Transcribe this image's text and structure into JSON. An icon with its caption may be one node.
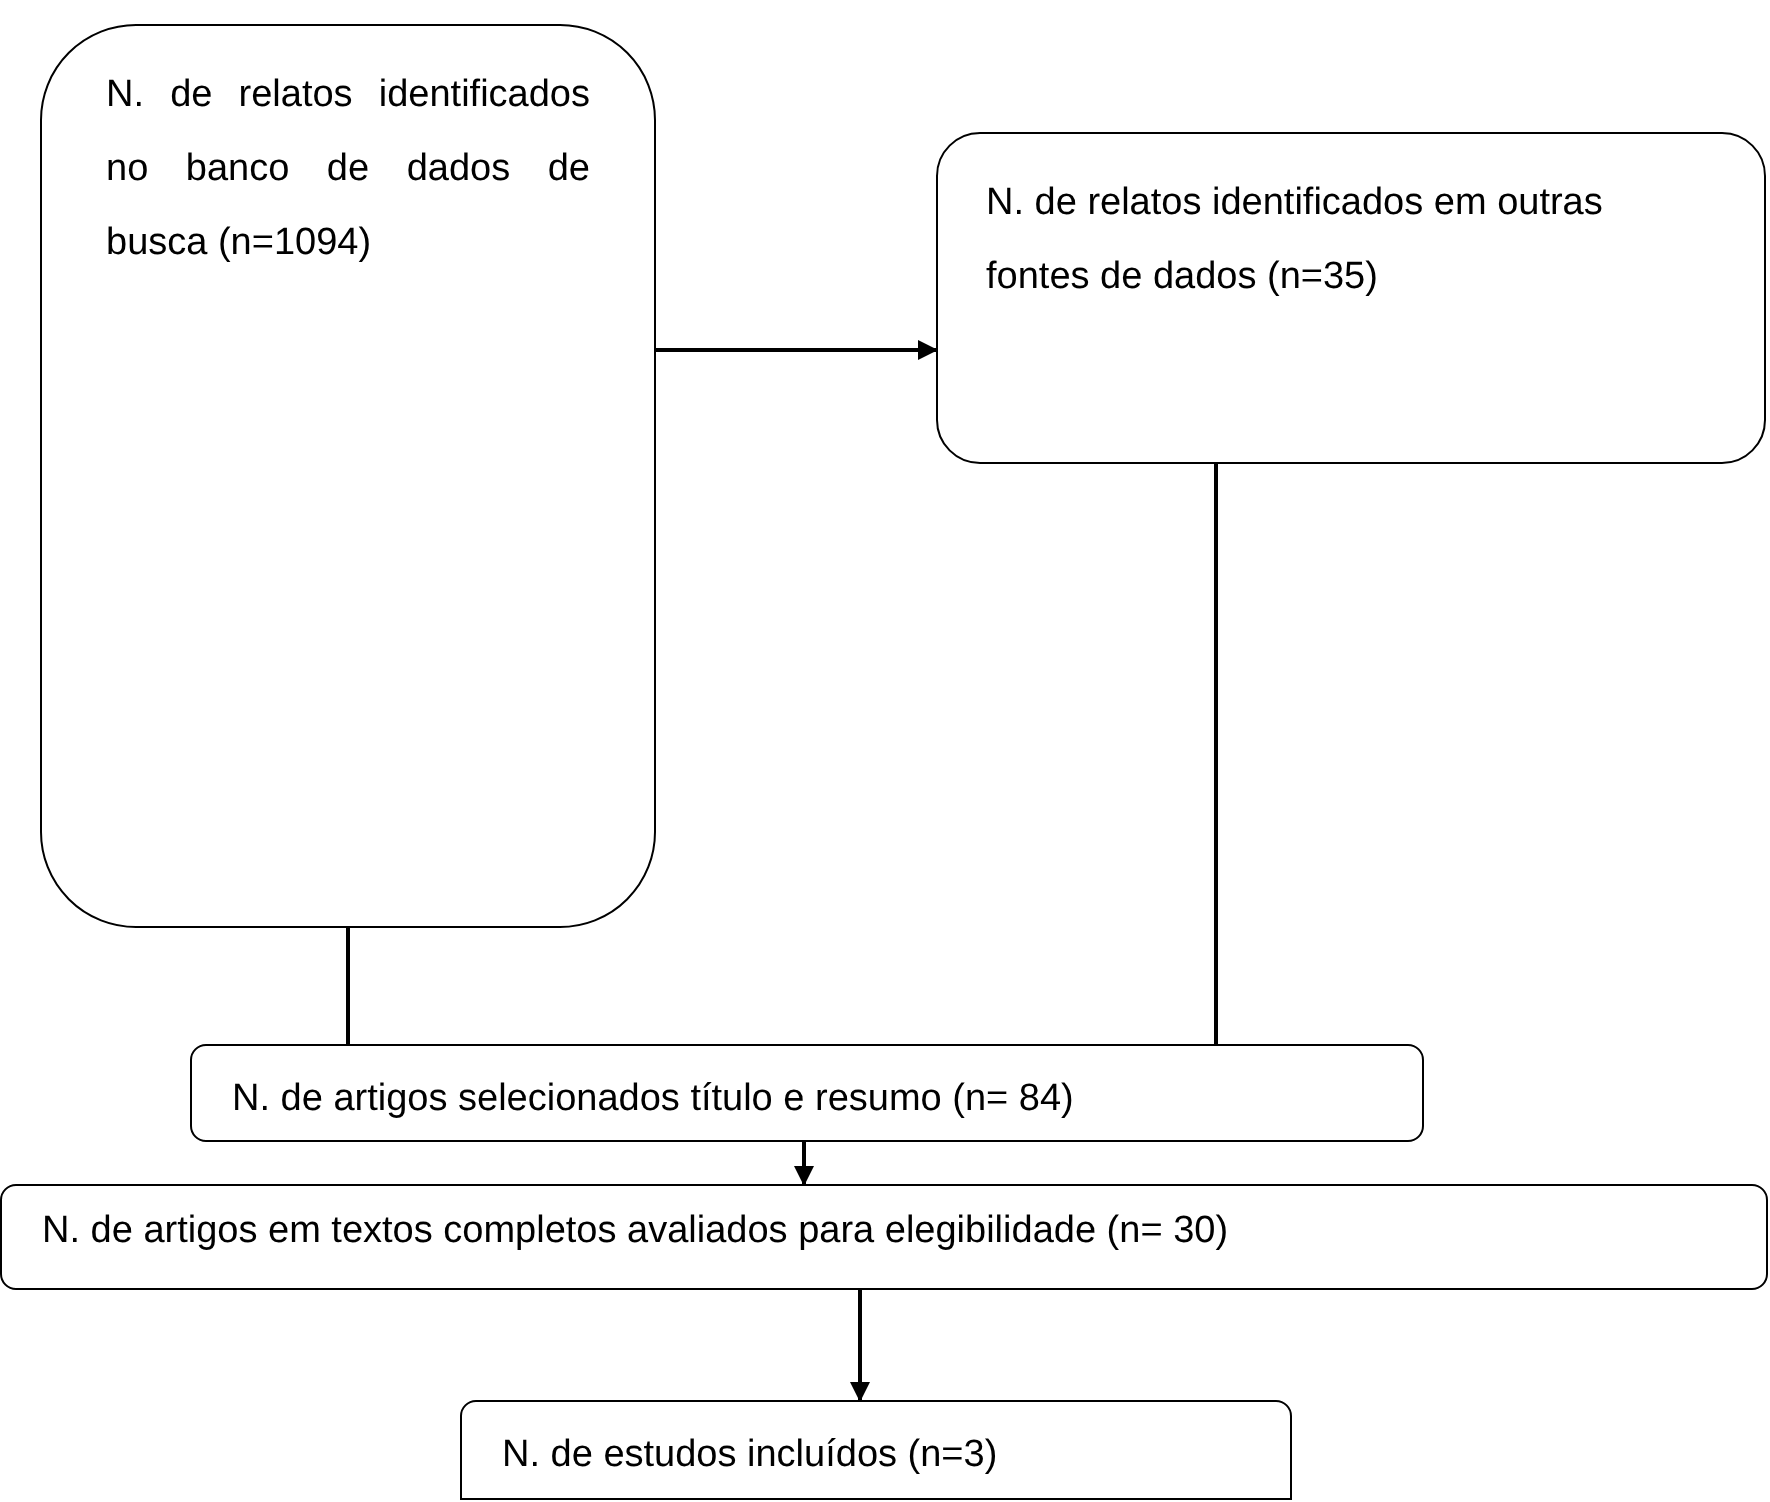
{
  "diagram": {
    "nodes": [
      {
        "text": [
          "N. de relatos identificados no banco de dados de busca (n=1094)"
        ]
      },
      {
        "text": [
          "N. de relatos identificados em outras fontes de dados (n=35)"
        ]
      },
      {
        "text": [
          "N. de artigos selecionados título e resumo (n= 84)"
        ]
      },
      {
        "text": [
          "N. de artigos em textos completos avaliados para elegibilidade (n= 30)"
        ]
      },
      {
        "text": [
          "N. de estudos incluídos (n=3)"
        ]
      }
    ],
    "edges": [
      {
        "from": 0,
        "to": 1,
        "arrow": "to"
      },
      {
        "from": 0,
        "to": 2,
        "arrow": "none"
      },
      {
        "from": 1,
        "to": 2,
        "arrow": "none"
      },
      {
        "from": 2,
        "to": 3,
        "arrow": "to"
      },
      {
        "from": 3,
        "to": 4,
        "arrow": "to"
      }
    ]
  }
}
